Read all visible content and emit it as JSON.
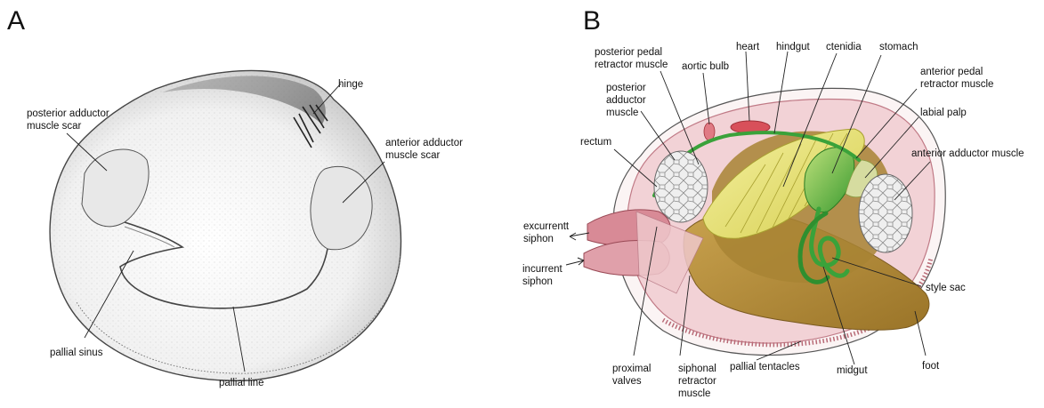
{
  "panels": {
    "a": {
      "letter": "A",
      "labels": {
        "hinge": [
          "hinge"
        ],
        "posterior_adductor_scar": [
          "posterior adductor",
          "muscle scar"
        ],
        "anterior_adductor_scar": [
          "anterior adductor",
          "muscle scar"
        ],
        "pallial_sinus": [
          "pallial sinus"
        ],
        "pallial_line": [
          "pallial line"
        ]
      }
    },
    "b": {
      "letter": "B",
      "labels": {
        "posterior_pedal_retractor": [
          "posterior pedal",
          "retractor muscle"
        ],
        "aortic_bulb": [
          "aortic bulb"
        ],
        "heart": [
          "heart"
        ],
        "hindgut": [
          "hindgut"
        ],
        "ctenidia": [
          "ctenidia"
        ],
        "stomach": [
          "stomach"
        ],
        "anterior_pedal_retractor": [
          "anterior pedal",
          "retractor muscle"
        ],
        "posterior_adductor": [
          "posterior",
          "adductor",
          "muscle"
        ],
        "labial_palp": [
          "labial palp"
        ],
        "rectum": [
          "rectum"
        ],
        "anterior_adductor": [
          "anterior adductor muscle"
        ],
        "excurrent_siphon": [
          "excurrentt",
          "siphon"
        ],
        "incurrent_siphon": [
          "incurrent",
          "siphon"
        ],
        "style_sac": [
          "style sac"
        ],
        "proximal_valves": [
          "proximal",
          "valves"
        ],
        "siphonal_retractor": [
          "siphonal",
          "retractor",
          "muscle"
        ],
        "pallial_tentacles": [
          "pallial tentacles"
        ],
        "midgut": [
          "midgut"
        ],
        "foot": [
          "foot"
        ]
      }
    }
  },
  "colors": {
    "shell_outline": "#444444",
    "mantle_pink": "#e8b8be",
    "siphon_pink": "#d88a96",
    "adductor_fill": "#eeeeee",
    "foot_brown": "#b8903a",
    "visceral_brown": "#a88434",
    "ctenidia_yellow": "#e6e070",
    "gut_green": "#3aa23a",
    "heart_red": "#d8505a"
  }
}
